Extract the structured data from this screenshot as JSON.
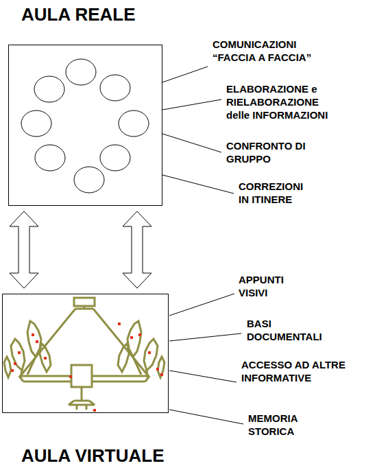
{
  "diagram": {
    "nodes": [
      {
        "text": [
          "AULA REALE"
        ]
      },
      {
        "text": [
          "AULA VIRTUALE"
        ]
      }
    ],
    "edges": [
      {
        "from": 0,
        "to": 1,
        "arrow": "both"
      },
      {
        "from": 0,
        "to": 1,
        "arrow": "both"
      }
    ],
    "labels": [
      "COMUNICAZIONI “FACCIA A FACCIA”",
      "ELABORAZIONE e RIELABORAZIONE delle INFORMAZIONI",
      "CONFRONTO DI GRUPPO",
      "CORREZIONI IN ITINERE",
      "APPUNTI VISIVI",
      "BASI DOCUMENTALI",
      "ACCESSO AD ALTRE INFORMATIVE",
      "MEMORIA STORICA"
    ]
  }
}
